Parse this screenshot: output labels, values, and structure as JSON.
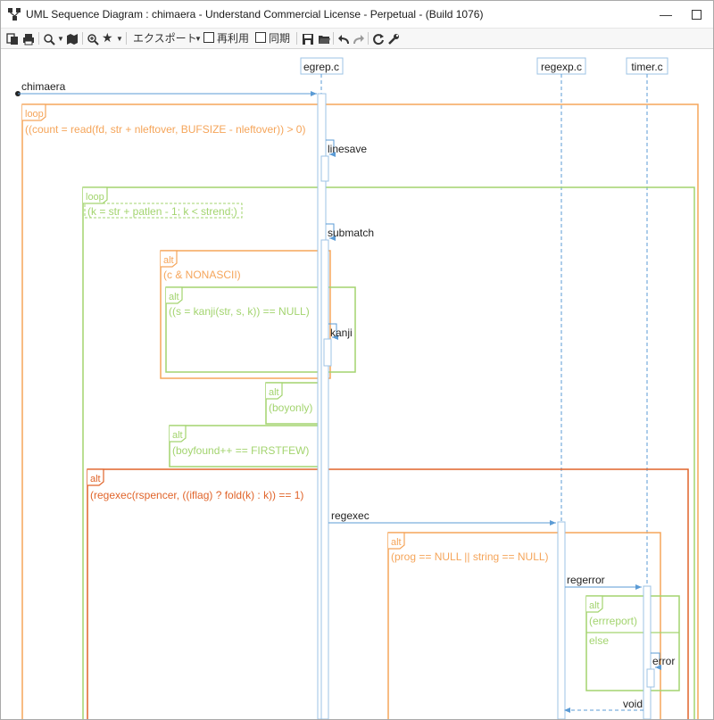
{
  "window": {
    "title": "UML Sequence Diagram : chimaera - Understand Commercial License - Perpetual - (Build 1076)",
    "minimize_glyph": "—"
  },
  "toolbar": {
    "export_label": "エクスポート",
    "reuse_label": "再利用",
    "sync_label": "同期"
  },
  "diagram": {
    "actor": "chimaera",
    "lifelines": [
      "egrep.c",
      "regexp.c",
      "timer.c"
    ],
    "frames": [
      {
        "kind": "loop",
        "guard": "((count = read(fd, str + nleftover, BUFSIZE - nleftover)) > 0)",
        "color": "#f5a55a"
      },
      {
        "kind": "loop",
        "guard": "(k = str + patlen - 1; k < strend;)",
        "color": "#a3d46f"
      },
      {
        "kind": "alt",
        "guard": "(c & NONASCII)",
        "color": "#f5a55a"
      },
      {
        "kind": "alt",
        "guard": "((s = kanji(str, s, k)) == NULL)",
        "color": "#a3d46f"
      },
      {
        "kind": "alt",
        "guard": "(boyonly)",
        "color": "#a3d46f"
      },
      {
        "kind": "alt",
        "guard": "(boyfound++ == FIRSTFEW)",
        "color": "#a3d46f"
      },
      {
        "kind": "alt",
        "guard": "(regexec(rspencer, ((iflag) ? fold(k) : k)) == 1)",
        "color": "#e0642a"
      },
      {
        "kind": "alt",
        "guard": "(prog == NULL || string == NULL)",
        "color": "#f5a55a"
      },
      {
        "kind": "alt",
        "guard": "(errreport)",
        "color": "#a3d46f",
        "else_label": "else"
      }
    ],
    "messages": [
      "chimaera",
      "linesave",
      "submatch",
      "kanji",
      "regexec",
      "regerror",
      "error",
      "void"
    ]
  },
  "colors": {
    "lifeline": "#5b9bd5",
    "activation_fill": "#ffffff",
    "activation_stroke": "#9cc3e6"
  },
  "icons": [
    "copy-icon",
    "print-icon",
    "zoom-icon",
    "map-icon",
    "zoom-in-icon",
    "star-icon",
    "save-icon",
    "folder-icon",
    "undo-icon",
    "redo-icon",
    "refresh-icon",
    "wrench-icon"
  ]
}
